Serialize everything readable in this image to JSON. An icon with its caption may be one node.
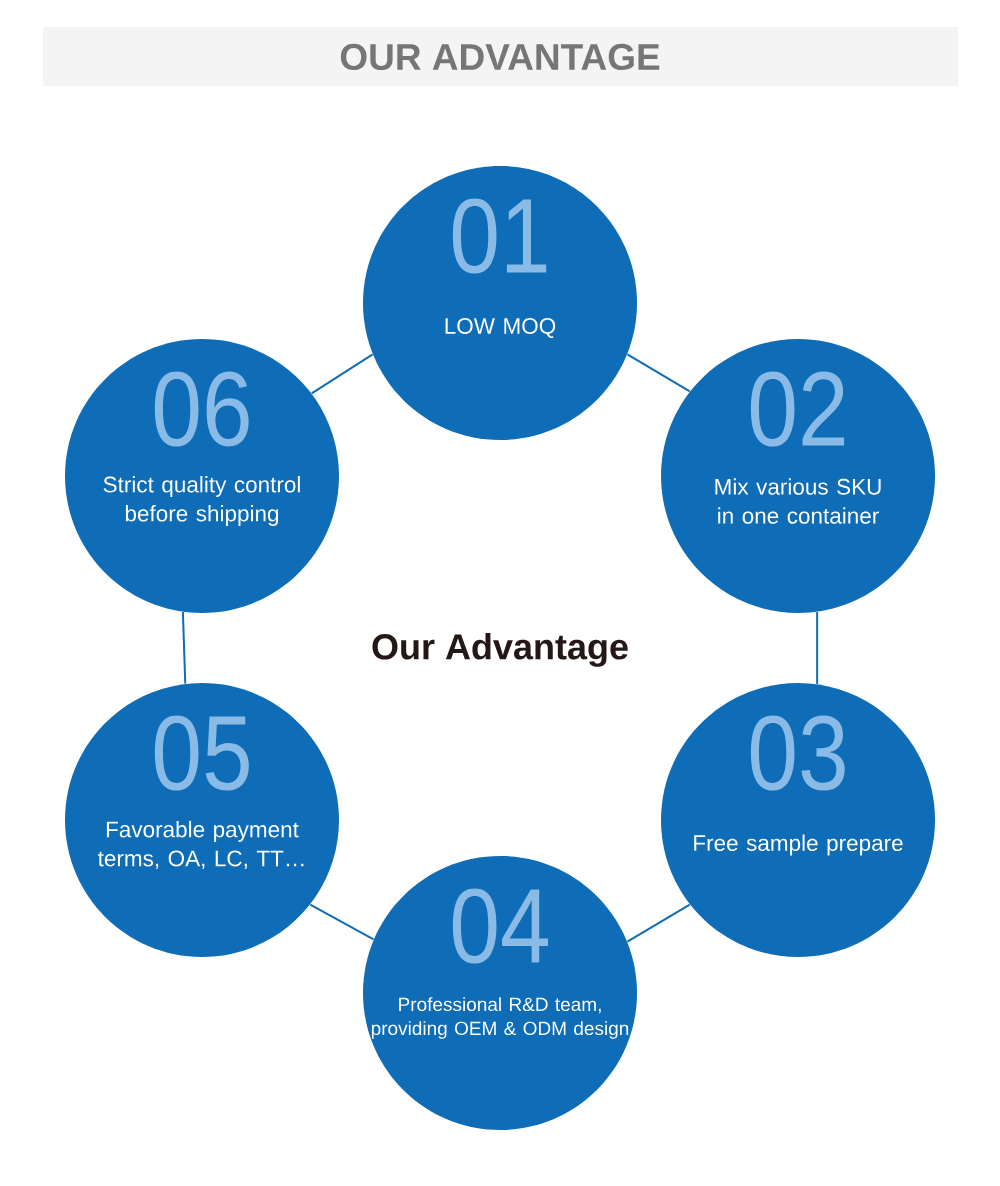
{
  "diagram": {
    "title": "OUR ADVANTAGE",
    "nodes": [
      {
        "text": [
          "01",
          "LOW MOQ"
        ]
      },
      {
        "text": [
          "02",
          "Mix various SKU in one container"
        ]
      },
      {
        "text": [
          "03",
          "Free sample prepare"
        ]
      },
      {
        "text": [
          "04",
          "Professional R&D team, providing OEM & ODM design"
        ]
      },
      {
        "text": [
          "05",
          "Favorable payment terms, OA, LC, TT…"
        ]
      },
      {
        "text": [
          "06",
          "Strict quality control before shipping"
        ]
      }
    ],
    "edges": [
      {
        "from": 0,
        "to": 1,
        "arrow": "none"
      },
      {
        "from": 1,
        "to": 2,
        "arrow": "none"
      },
      {
        "from": 2,
        "to": 3,
        "arrow": "none"
      },
      {
        "from": 3,
        "to": 4,
        "arrow": "none"
      },
      {
        "from": 4,
        "to": 5,
        "arrow": "none"
      },
      {
        "from": 5,
        "to": 0,
        "arrow": "none"
      }
    ],
    "labels": [
      "Our Advantage"
    ]
  }
}
